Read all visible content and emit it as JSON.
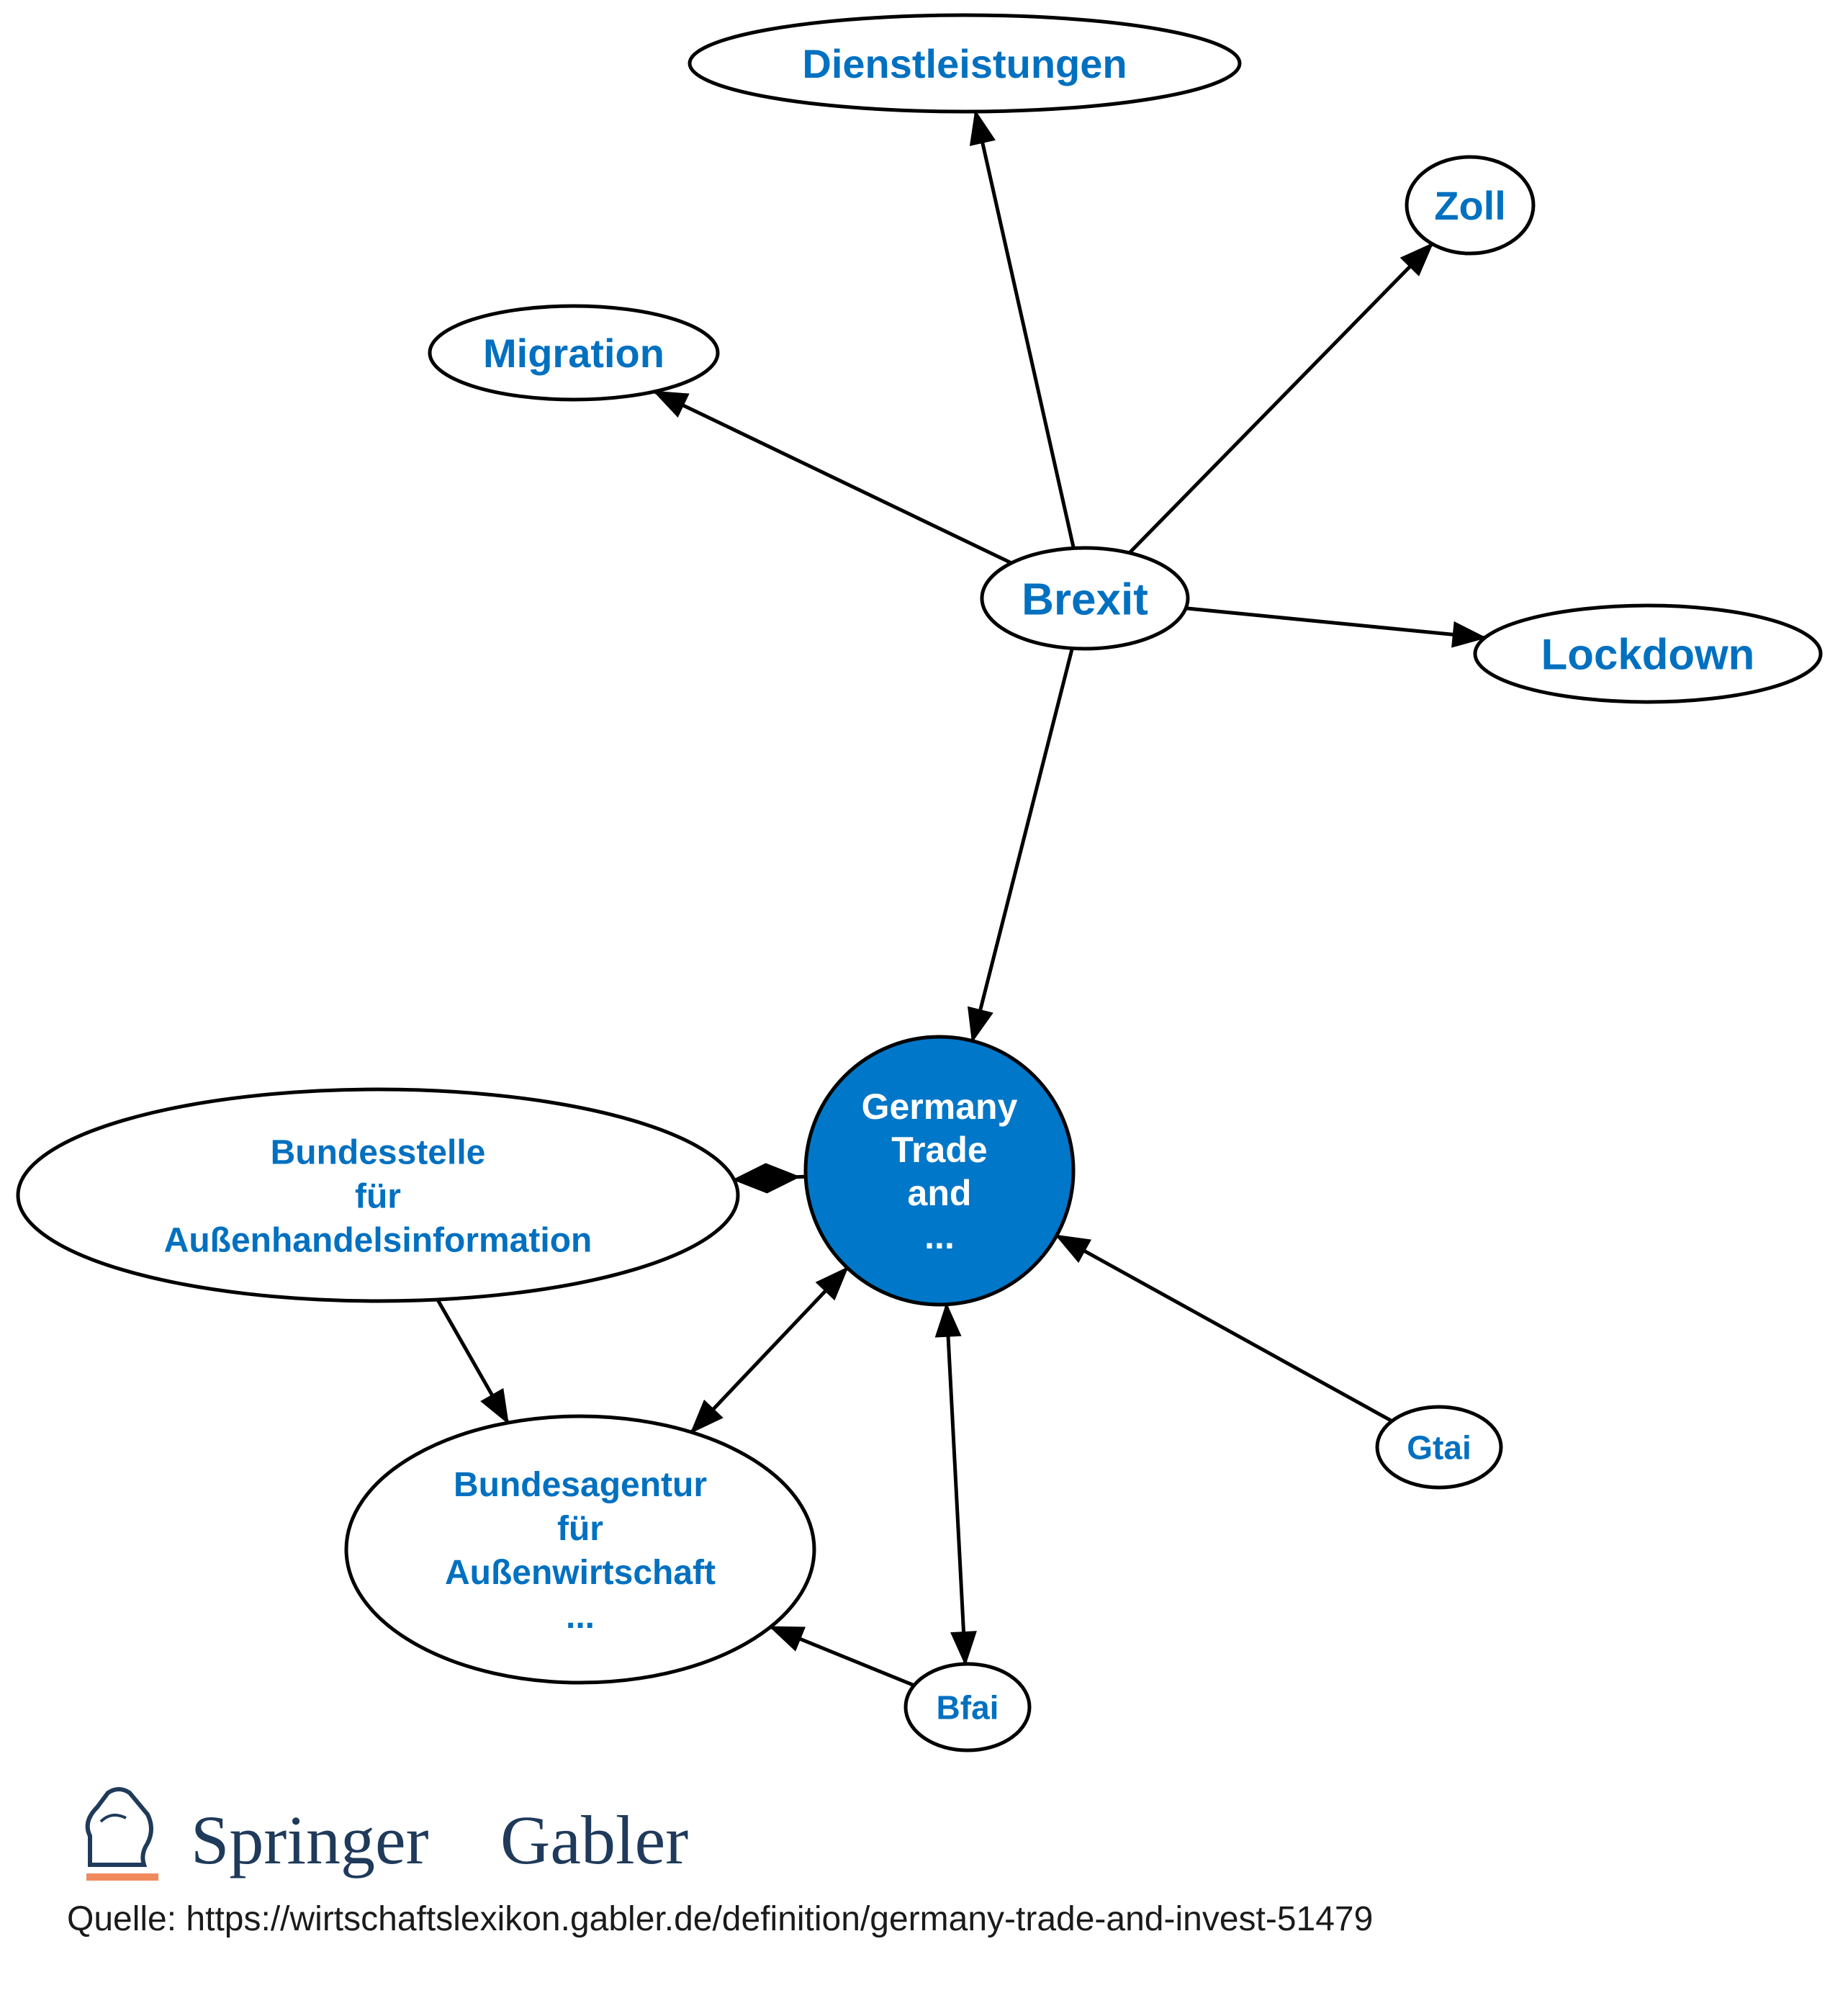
{
  "nodes": [
    {
      "id": "dienstleistungen",
      "lines": [
        "Dienstleistungen"
      ]
    },
    {
      "id": "zoll",
      "lines": [
        "Zoll"
      ]
    },
    {
      "id": "migration",
      "lines": [
        "Migration"
      ]
    },
    {
      "id": "brexit",
      "lines": [
        "Brexit"
      ]
    },
    {
      "id": "lockdown",
      "lines": [
        "Lockdown"
      ]
    },
    {
      "id": "germany",
      "lines": [
        "Germany",
        "Trade",
        "and",
        "..."
      ]
    },
    {
      "id": "bundesstelle",
      "lines": [
        "Bundesstelle",
        "für",
        "Außenhandelsinformation"
      ]
    },
    {
      "id": "bundesagentur",
      "lines": [
        "Bundesagentur",
        "für",
        "Außenwirtschaft",
        "..."
      ]
    },
    {
      "id": "gtai",
      "lines": [
        "Gtai"
      ]
    },
    {
      "id": "bfai",
      "lines": [
        "Bfai"
      ]
    }
  ],
  "edges": [
    {
      "from": "brexit",
      "to": "dienstleistungen",
      "type": "arrow"
    },
    {
      "from": "brexit",
      "to": "zoll",
      "type": "arrow"
    },
    {
      "from": "brexit",
      "to": "migration",
      "type": "arrow"
    },
    {
      "from": "brexit",
      "to": "lockdown",
      "type": "arrow"
    },
    {
      "from": "brexit",
      "to": "germany",
      "type": "arrow"
    },
    {
      "from": "germany",
      "to": "bundesstelle",
      "type": "diamond"
    },
    {
      "from": "bundesstelle",
      "to": "bundesagentur",
      "type": "arrow"
    },
    {
      "from": "germany",
      "to": "bundesagentur",
      "type": "bidirectional"
    },
    {
      "from": "germany",
      "to": "bfai",
      "type": "bidirectional"
    },
    {
      "from": "gtai",
      "to": "germany",
      "type": "arrow"
    },
    {
      "from": "bfai",
      "to": "bundesagentur",
      "type": "arrow"
    }
  ],
  "logo": {
    "brand": "Springer",
    "sub": "Gabler"
  },
  "source": "Quelle: https://wirtschaftslexikon.gabler.de/definition/germany-trade-and-invest-51479",
  "colors": {
    "label": "#0070c0",
    "center_fill": "#0077c8",
    "logo_text": "#1f3a5a",
    "logo_accent": "#f08a5d"
  }
}
